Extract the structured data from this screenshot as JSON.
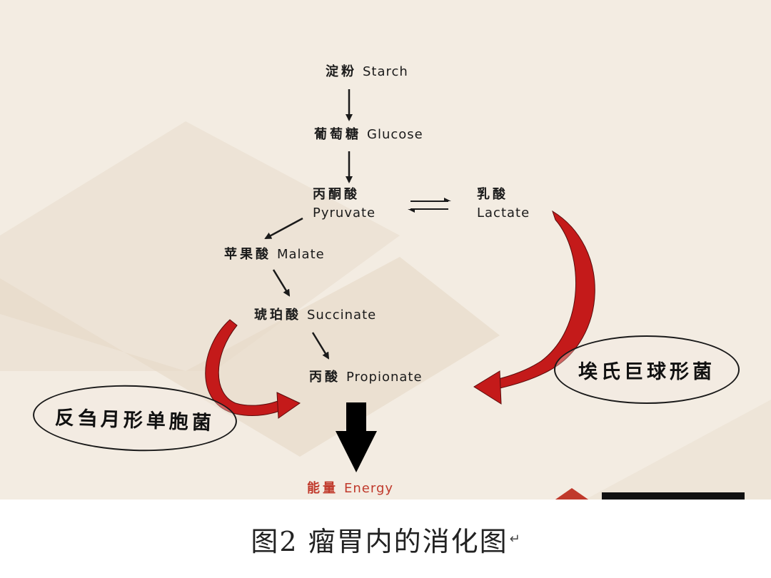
{
  "diagram": {
    "nodes": {
      "starch": {
        "zh": "淀粉",
        "en": "Starch"
      },
      "glucose": {
        "zh": "葡萄糖",
        "en": "Glucose"
      },
      "pyruvate": {
        "zh": "丙酮酸",
        "en": "Pyruvate"
      },
      "lactate": {
        "zh": "乳酸",
        "en": "Lactate"
      },
      "malate": {
        "zh": "苹果酸",
        "en": "Malate"
      },
      "succinate": {
        "zh": "琥珀酸",
        "en": "Succinate"
      },
      "propionate": {
        "zh": "丙酸",
        "en": "Propionate"
      },
      "energy": {
        "zh": "能量",
        "en": "Energy"
      }
    },
    "bacteria": {
      "left": "反刍月形单胞菌",
      "right": "埃氏巨球形菌"
    },
    "colors": {
      "background": "#f3ece2",
      "arrow": "#1a1a1a",
      "curved_arrow": "#c41a1a",
      "energy_text": "#c0392b"
    }
  },
  "caption": {
    "text": "图2  瘤胃内的消化图",
    "mark": "↵"
  }
}
